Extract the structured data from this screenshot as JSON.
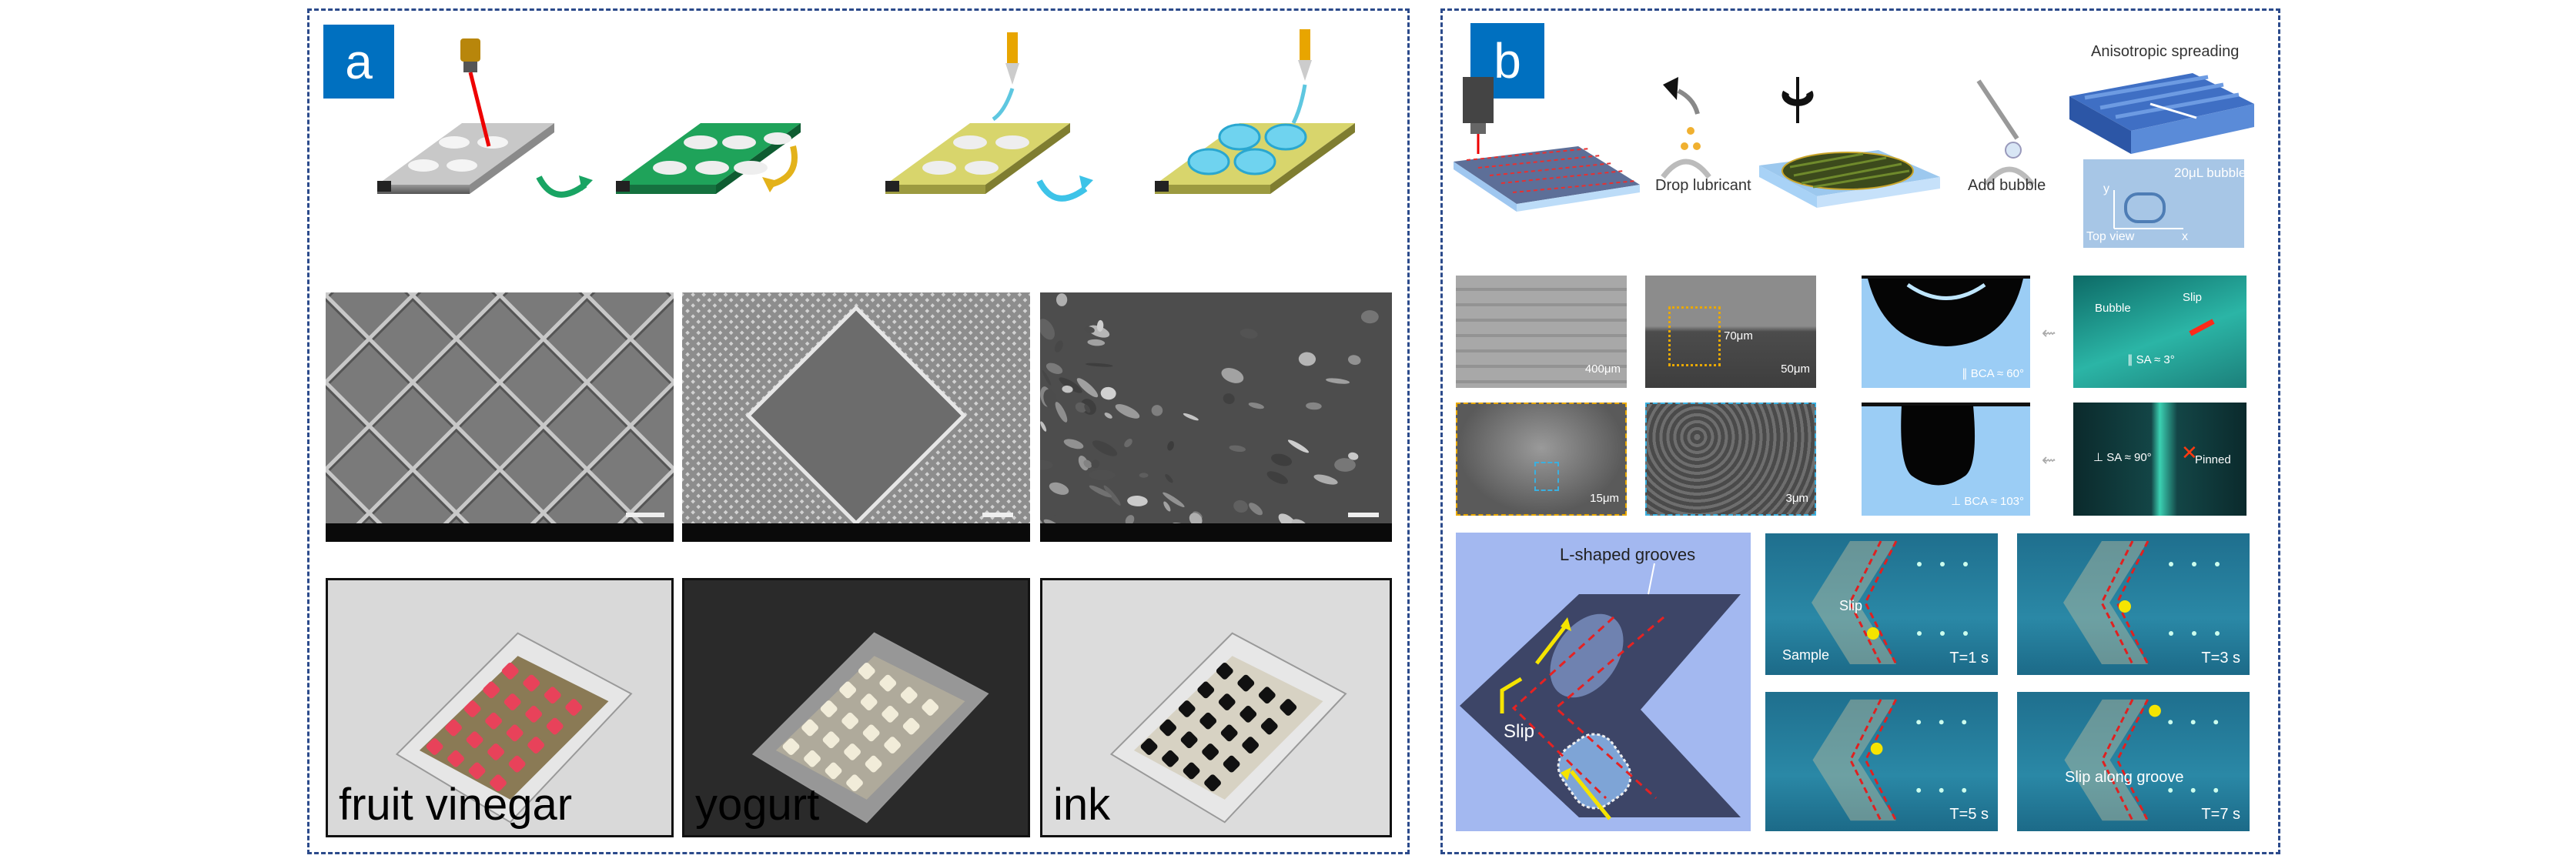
{
  "panel_a": {
    "label": "a",
    "photos": [
      {
        "label": "fruit vinegar",
        "background": "#d9d9d9",
        "drop_color": "#e8425a"
      },
      {
        "label": "yogurt",
        "background": "#2a2a2a",
        "drop_color": "#f1ecd9"
      },
      {
        "label": "ink",
        "background": "#dcdcdc",
        "drop_color": "#111111"
      }
    ]
  },
  "panel_b": {
    "label": "b",
    "process": {
      "step1": "Drop lubricant",
      "step2": "Add bubble",
      "title": "Anisotropic spreading",
      "bubble": "20μL bubble",
      "top_view": "Top view",
      "axis_x": "x",
      "axis_y": "y"
    },
    "sem": {
      "scale1": "400μm",
      "depth": "70μm",
      "scale2": "50μm",
      "scale3": "15μm",
      "scale4": "3μm"
    },
    "contact": {
      "parallel_bca": "∥ BCA ≈ 60°",
      "perp_bca": "⊥ BCA ≈ 103°",
      "bubble": "Bubble",
      "slip": "Slip",
      "parallel_sa": "∥ SA ≈ 3°",
      "perp_sa": "⊥ SA ≈ 90°",
      "pinned": "Pinned"
    },
    "groove": {
      "title": "L-shaped grooves",
      "slip": "Slip",
      "sample": "Sample",
      "t1": "T=1 s",
      "t3": "T=3 s",
      "t5": "T=5 s",
      "t7": "T=7 s",
      "slip_along": "Slip along groove"
    }
  },
  "colors": {
    "tag": "#0070c0",
    "border": "#2b4a8b",
    "groove_red": "#e02020",
    "arrow_yellow": "#f5e400"
  }
}
